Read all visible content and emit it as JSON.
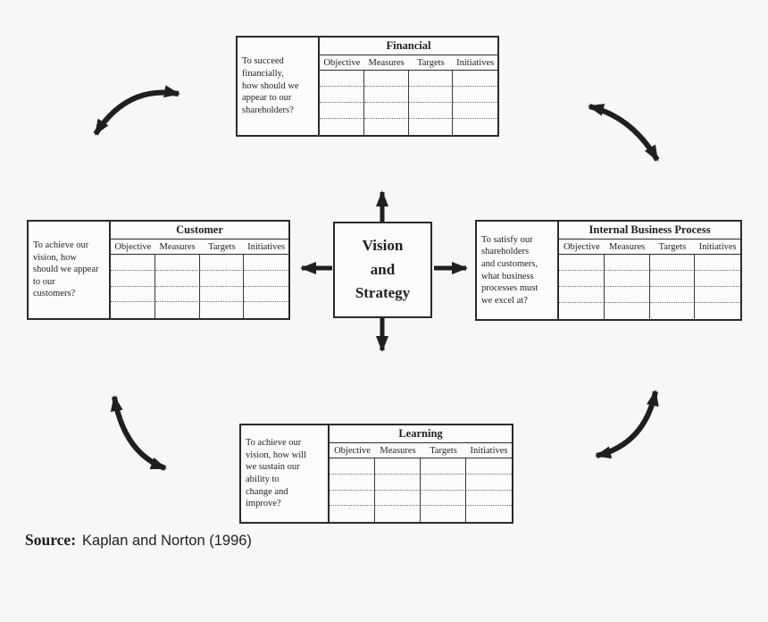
{
  "diagram": {
    "center": {
      "label": "Vision\nand\nStrategy"
    },
    "table_headers": [
      "Objective",
      "Measures",
      "Targets",
      "Initiatives"
    ],
    "table_rows": 4,
    "perspectives": [
      {
        "id": "financial",
        "title": "Financial",
        "question": "To succeed\nfinancially,\nhow should we\nappear to our\nshareholders?"
      },
      {
        "id": "customer",
        "title": "Customer",
        "question": "To achieve our\nvision, how\nshould we appear\nto our\ncustomers?"
      },
      {
        "id": "internal-business-process",
        "title": "Internal Business Process",
        "question": "To satisfy our\nshareholders\nand customers,\nwhat business\nprocesses must\nwe excel at?"
      },
      {
        "id": "learning",
        "title": "Learning",
        "question": "To achieve our\nvision, how will\nwe sustain our\nability to\nchange and\nimprove?"
      }
    ],
    "source": {
      "prefix": "Source:",
      "text": "Kaplan and Norton (1996)"
    },
    "colors": {
      "background": "#f7f7f7",
      "ink": "#1f1f1f",
      "box_fill": "#fcfcfc"
    }
  }
}
